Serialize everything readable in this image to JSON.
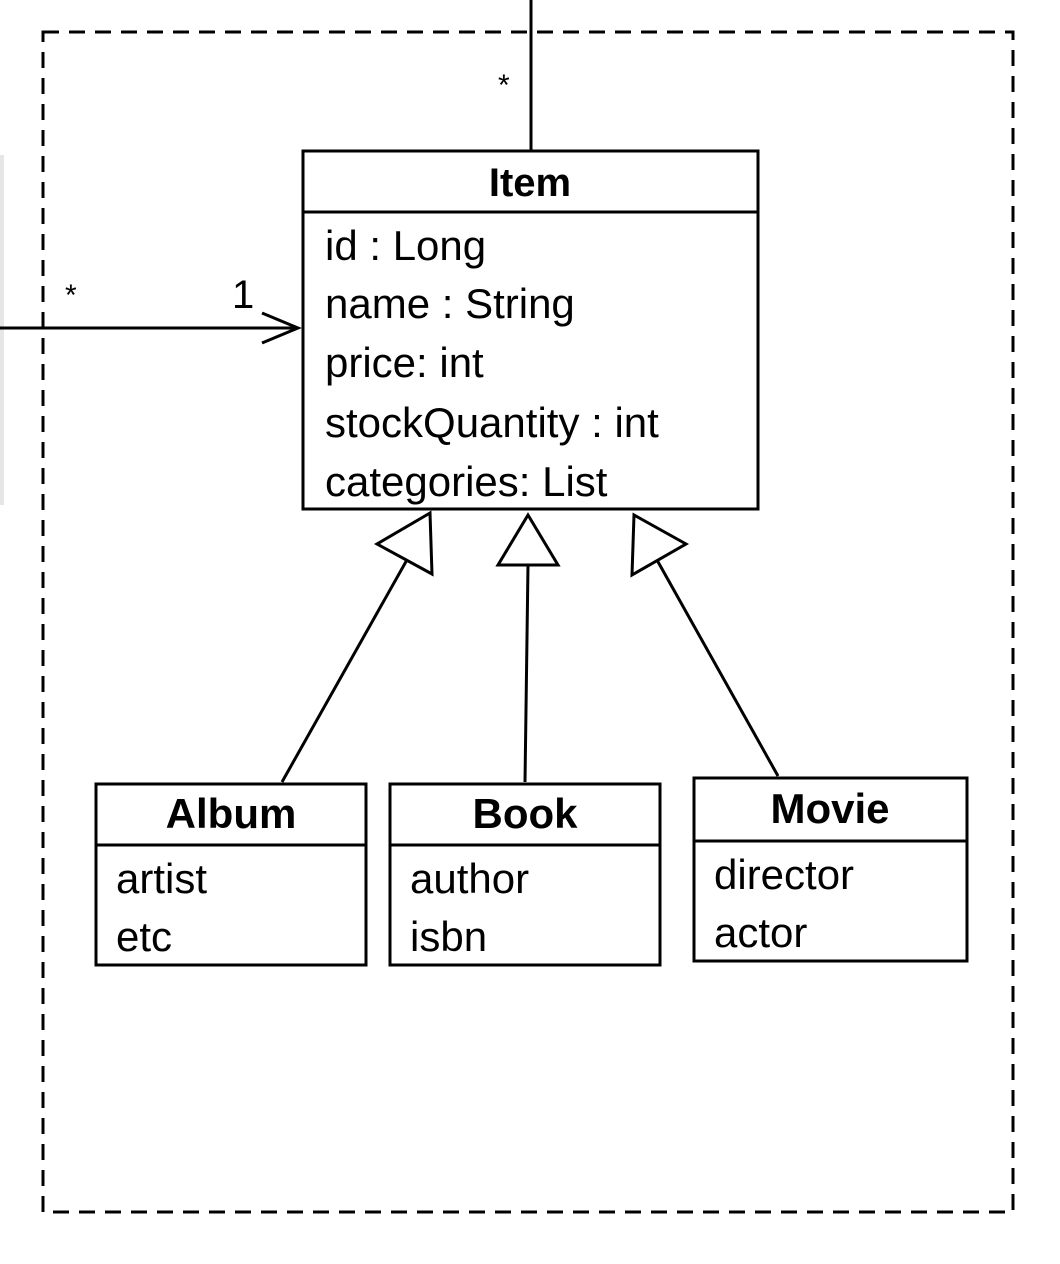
{
  "item": {
    "name": "Item",
    "attributes": [
      "id : Long",
      "name : String",
      "price: int",
      "stockQuantity : int",
      "categories: List"
    ]
  },
  "subclasses": [
    {
      "name": "Album",
      "attributes": [
        "artist",
        "etc"
      ]
    },
    {
      "name": "Book",
      "attributes": [
        "author",
        "isbn"
      ]
    },
    {
      "name": "Movie",
      "attributes": [
        "director",
        "actor"
      ]
    }
  ],
  "associations": {
    "top": {
      "item_end_multiplicity": "*"
    },
    "left": {
      "source_multiplicity": "*",
      "item_end_multiplicity": "1"
    }
  },
  "colors": {
    "stroke": "#000000",
    "background": "#ffffff",
    "left_edge_shade": "#e6e6e6"
  }
}
